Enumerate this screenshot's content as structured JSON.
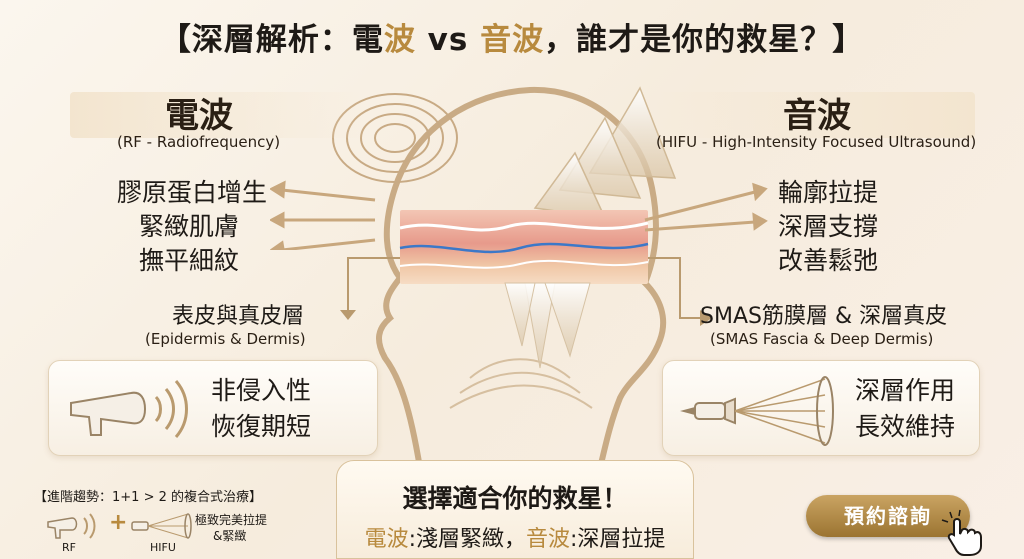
{
  "title": {
    "prefix": "【深層解析：電",
    "gold1": "波",
    "vs": " vs ",
    "gold2": "音波",
    "suffix": "，誰才是你的救星？】"
  },
  "rf": {
    "heading": "電波",
    "subheading": "(RF - Radiofrequency)",
    "benefits": [
      "膠原蛋白增生",
      "緊緻肌膚",
      "撫平細紋"
    ],
    "layer_title": "表皮與真皮層",
    "layer_sub": "(Epidermis & Dermis)",
    "card_lines": [
      "非侵入性",
      "恢復期短"
    ]
  },
  "hifu": {
    "heading": "音波",
    "subheading": "(HIFU - High-Intensity Focused Ultrasound)",
    "benefits": [
      "輪廓拉提",
      "深層支撐",
      "改善鬆弛"
    ],
    "layer_title": "SMAS筋膜層 & 深層真皮",
    "layer_sub": "(SMAS Fascia & Deep Dermis)",
    "card_lines": [
      "深層作用",
      "長效維持"
    ]
  },
  "trend": {
    "label": "【進階趨勢：1+1 > 2 的複合式治療】",
    "rf_label": "RF",
    "plus": "+",
    "hifu_label": "HIFU",
    "note_lines": [
      "極致完美拉提",
      "&緊緻"
    ]
  },
  "cta": {
    "main": "選擇適合你的救星！",
    "rf_word": "電波",
    "rf_rest": ":淺層緊緻，",
    "hifu_word": "音波",
    "hifu_rest": ":深層拉提"
  },
  "button": {
    "label": "預約諮詢"
  },
  "colors": {
    "gold": "#b88a3e",
    "dark": "#1e1a16",
    "button": "#b38a47"
  }
}
